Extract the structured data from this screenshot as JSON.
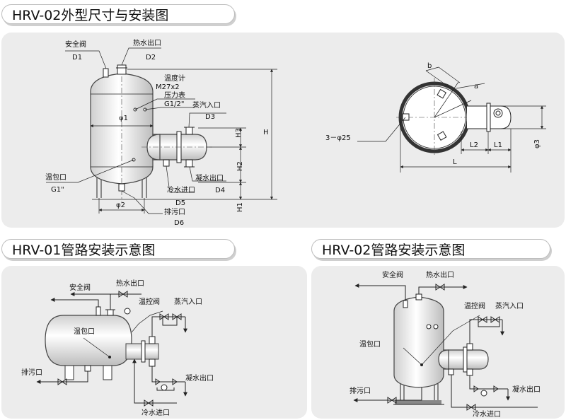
{
  "titles": {
    "top": "HRV-02外型尺寸与安装图",
    "bottom_left": "HRV-01管路安装示意图",
    "bottom_right": "HRV-02管路安装示意图"
  },
  "dim_drawing": {
    "safety_valve": "安全阀",
    "d1": "D1",
    "hot_water_outlet": "热水出口",
    "d2": "D2",
    "thermometer": "温度计",
    "m27": "M27x2",
    "pressure_gauge": "压力表",
    "g12": "G1/2\"",
    "steam_inlet": "蒸汽入口",
    "d3": "D3",
    "phi1": "φ1",
    "h3": "H3",
    "h2": "H2",
    "h": "H",
    "h1": "H1",
    "bulb_port": "温包口",
    "g1": "G1\"",
    "condensate_outlet": "凝水出口",
    "cold_water_inlet": "冷水进口",
    "d4": "D4",
    "d5": "D5",
    "phi2": "φ2",
    "drain": "排污口",
    "d6": "D6",
    "b": "b",
    "a": "a",
    "holes": "3－φ25",
    "l2": "L2",
    "l1": "L1",
    "l": "L",
    "phi3": "φ3"
  },
  "hrv01": {
    "safety_valve": "安全阀",
    "hot_water_outlet": "热水出口",
    "temp_valve": "温控阀",
    "steam_inlet": "蒸汽入口",
    "bulb_port": "温包口",
    "drain": "排污口",
    "condensate_outlet": "凝水出口",
    "cold_water_inlet": "冷水进口"
  },
  "hrv02": {
    "safety_valve": "安全阀",
    "hot_water_outlet": "热水出口",
    "temp_valve": "温控阀",
    "steam_inlet": "蒸汽入口",
    "bulb_port": "温包口",
    "drain": "排污口",
    "condensate_outlet": "凝水出口",
    "cold_water_inlet": "冷水进口"
  }
}
